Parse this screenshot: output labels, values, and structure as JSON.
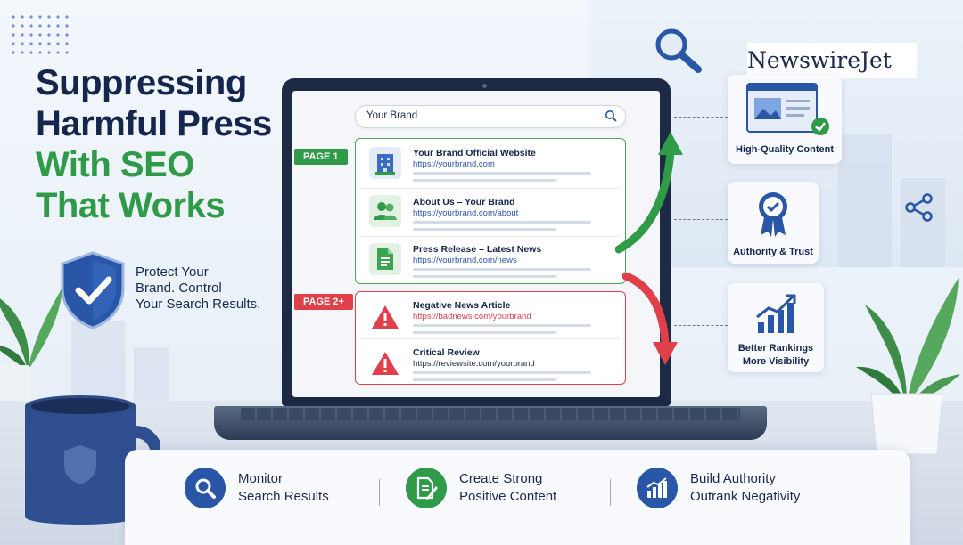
{
  "headline": {
    "line1": "Suppressing",
    "line2": "Harmful Press",
    "line3": "With SEO",
    "line4": "That Works"
  },
  "tagline": {
    "line1": "Protect Your",
    "line2": "Brand. Control",
    "line3": "Your Search Results."
  },
  "logo": {
    "text": "NewswireJet >"
  },
  "search": {
    "query": "Your Brand"
  },
  "page1_label": "PAGE 1",
  "page2_label": "PAGE 2+",
  "results_page1": [
    {
      "title": "Your Brand Official Website",
      "url": "https://yourbrand.com",
      "icon": "building-icon"
    },
    {
      "title": "About Us – Your Brand",
      "url": "https://yourbrand.com/about",
      "icon": "people-icon"
    },
    {
      "title": "Press Release – Latest News",
      "url": "https://yourbrand.com/news",
      "icon": "document-icon"
    }
  ],
  "results_page2": [
    {
      "title": "Negative News Article",
      "url": "https://badnews.com/yourbrand",
      "icon": "warning-icon"
    },
    {
      "title": "Critical Review",
      "url": "https://reviewsite.com/yourbrand",
      "icon": "warning-icon"
    }
  ],
  "side_cards": [
    {
      "label": "High-Quality Content",
      "icon": "content-image-icon"
    },
    {
      "label": "Authority & Trust",
      "icon": "award-ribbon-icon"
    },
    {
      "label_line1": "Better Rankings",
      "label_line2": "More Visibility",
      "icon": "growth-chart-icon"
    }
  ],
  "features": [
    {
      "line1": "Monitor",
      "line2": "Search Results",
      "icon": "magnifier-icon"
    },
    {
      "line1": "Create Strong",
      "line2": "Positive Content",
      "icon": "edit-document-icon"
    },
    {
      "line1": "Build Authority",
      "line2": "Outrank Negativity",
      "icon": "bar-chart-icon"
    }
  ],
  "colors": {
    "navy": "#14264d",
    "green": "#2f9a47",
    "red": "#e0404a",
    "blue": "#2a56a8"
  }
}
